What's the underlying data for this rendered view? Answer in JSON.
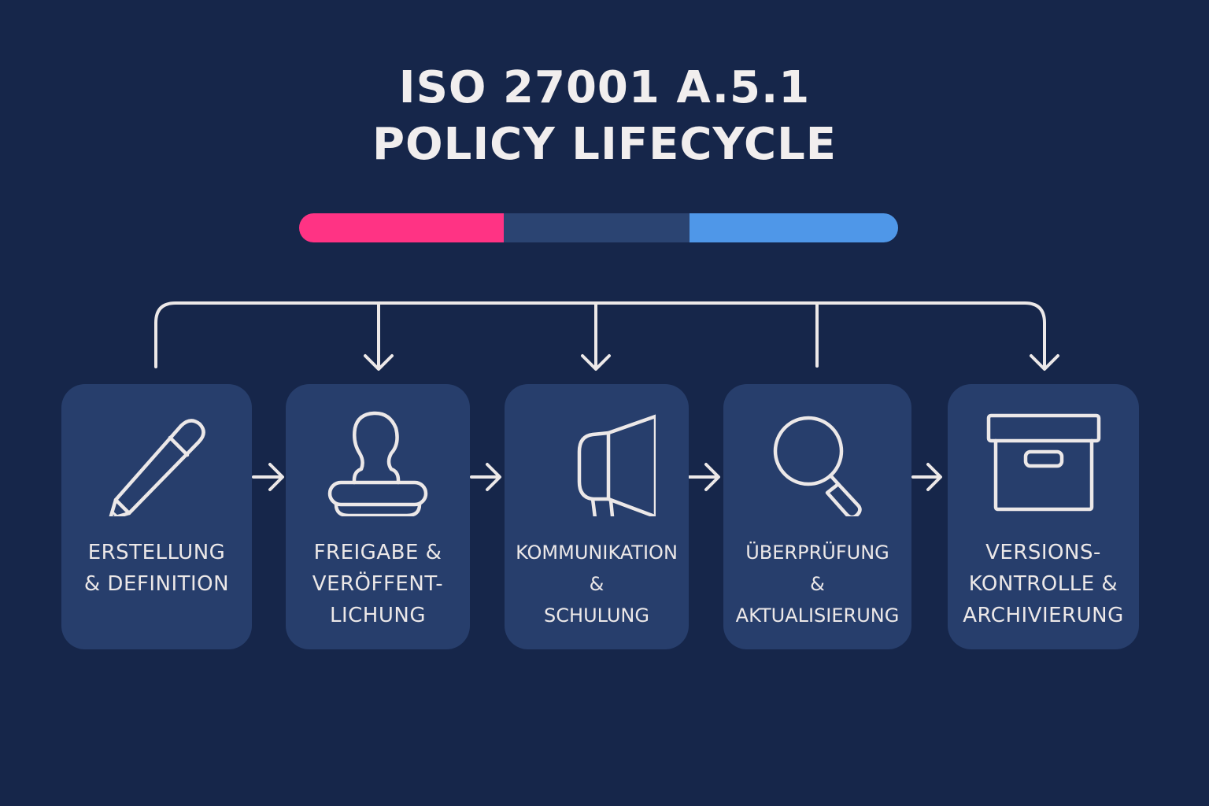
{
  "title": {
    "line1": "ISO 27001 A.5.1",
    "line2": "POLICY LIFECYCLE"
  },
  "accent_bar": {
    "segments": [
      {
        "color": "#ff3384",
        "share": 0.342
      },
      {
        "color": "#2b4472",
        "share": 0.31
      },
      {
        "color": "#4f97e8",
        "share": 0.348
      }
    ]
  },
  "colors": {
    "background": "#16264a",
    "card": "#273e6c",
    "line": "#ece8e8"
  },
  "steps": [
    {
      "icon": "pencil-icon",
      "lines": [
        "ERSTELLUNG",
        "& DEFINITION"
      ]
    },
    {
      "icon": "stamp-icon",
      "lines": [
        "FREIGABE &",
        "VERÖFFENT-",
        "LICHUNG"
      ]
    },
    {
      "icon": "megaphone-icon",
      "lines": [
        "KOMMUNIKATION",
        "&",
        "SCHULUNG"
      ]
    },
    {
      "icon": "magnifier-icon",
      "lines": [
        "ÜBERPRÜFUNG",
        "&",
        "AKTUALISIERUNG"
      ]
    },
    {
      "icon": "archive-box-icon",
      "lines": [
        "VERSIONS-",
        "KONTROLLE &",
        "ARCHIVIERUNG"
      ]
    }
  ]
}
